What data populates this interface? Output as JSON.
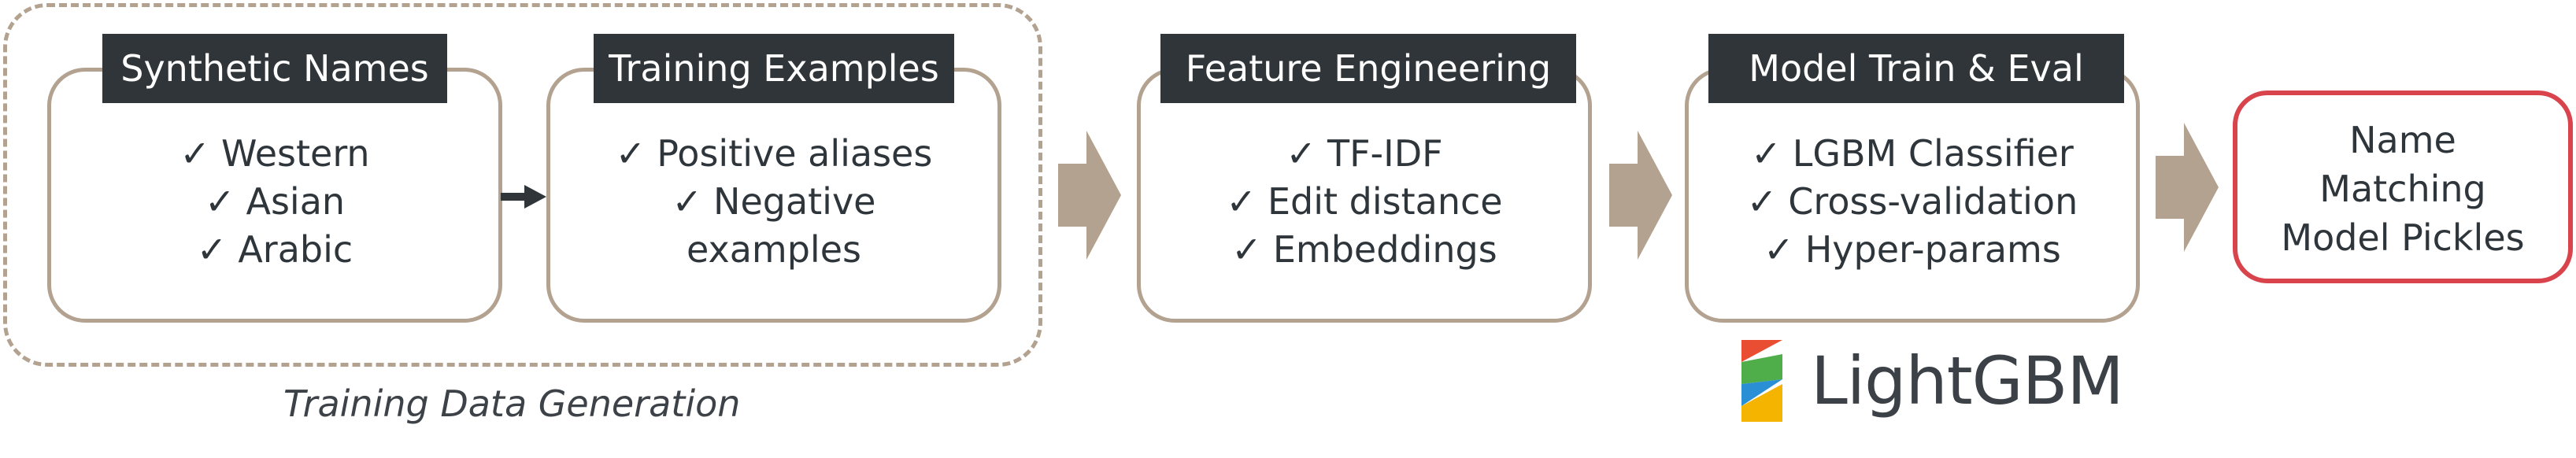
{
  "group": {
    "label": "Training Data Generation",
    "border_color": "#b3a290"
  },
  "stages": [
    {
      "title": "Synthetic Names",
      "items": [
        "Western",
        "Asian",
        "Arabic"
      ]
    },
    {
      "title": "Training Examples",
      "items": [
        "Positive aliases",
        "Negative",
        "examples"
      ]
    },
    {
      "title": "Feature Engineering",
      "items": [
        "TF-IDF",
        "Edit distance",
        "Embeddings"
      ]
    },
    {
      "title": "Model Train & Eval",
      "items": [
        "LGBM Classifier",
        "Cross-validation",
        "Hyper-params"
      ]
    }
  ],
  "output": {
    "lines": [
      "Name",
      "Matching",
      "Model Pickles"
    ],
    "border_color": "#d9434c"
  },
  "logo": {
    "text": "LightGBM",
    "colors": [
      "#e94e33",
      "#4fae4a",
      "#2b8fd6",
      "#f4b400"
    ]
  },
  "icons": {
    "check": "✓",
    "flow-arrow": "chevron-arrow",
    "connector-arrow": "small-arrow"
  },
  "colors": {
    "title_bar": "#2f3539",
    "stage_border": "#b3a290",
    "flow_arrow": "#b3a290",
    "text": "#2e353b"
  }
}
